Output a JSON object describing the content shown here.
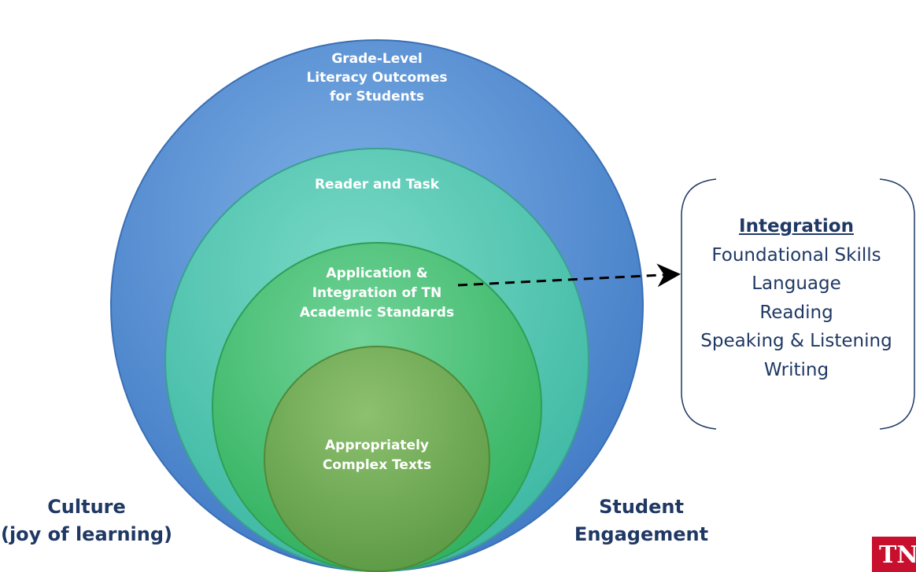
{
  "circles": {
    "outer": {
      "lines": [
        "Grade-Level",
        "Literacy Outcomes",
        "for Students"
      ],
      "color": "#6a9ed8"
    },
    "second": {
      "lines": [
        "Reader and Task"
      ],
      "color": "#5ccfbc"
    },
    "third": {
      "lines": [
        "Application &",
        "Integration of TN",
        "Academic Standards"
      ],
      "color": "#4fc77a"
    },
    "inner": {
      "lines": [
        "Appropriately",
        "Complex Texts"
      ],
      "color": "#74b05a"
    }
  },
  "left_label": {
    "line1": "Culture",
    "line2": "(joy of learning)"
  },
  "right_label": {
    "line1": "Student",
    "line2": "Engagement"
  },
  "integration": {
    "title": "Integration",
    "items": [
      "Foundational Skills",
      "Language",
      "Reading",
      "Speaking & Listening",
      "Writing"
    ]
  },
  "logo": {
    "text": "TN",
    "color": "#c8102e"
  },
  "text_color": "#1f3864"
}
